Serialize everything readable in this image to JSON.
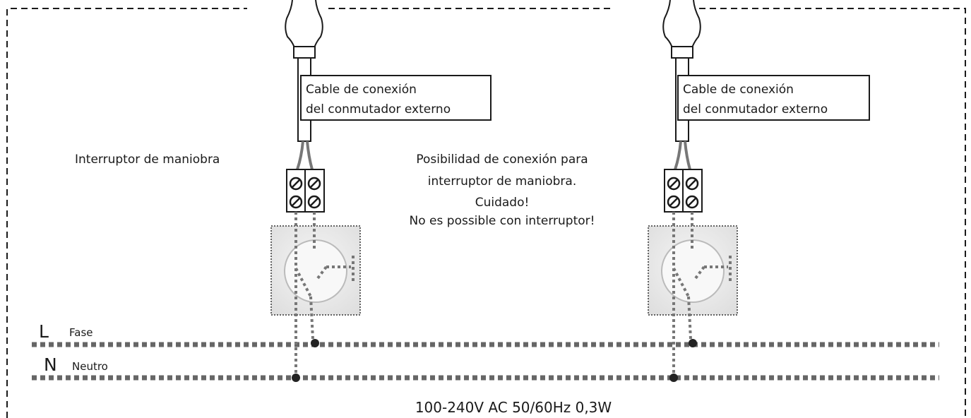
{
  "cable_label": {
    "line1": "Cable de conexión",
    "line2": "del conmutador externo"
  },
  "left_switch_label": "Interruptor de maniobra",
  "note": {
    "line1": "Posibilidad de conexión para",
    "line2": "interruptor de maniobra.",
    "line3": "Cuidado!",
    "line4": "No es possible con interruptor!"
  },
  "phase": {
    "letter": "L",
    "name": "Fase"
  },
  "neutral": {
    "letter": "N",
    "name": "Neutro"
  },
  "supply_spec": "100-240V AC 50/60Hz 0,3W",
  "colors": {
    "line": "#666666",
    "text": "#1a1a1a",
    "junction": "#222222",
    "switch_plate": "#e6e6e6"
  }
}
